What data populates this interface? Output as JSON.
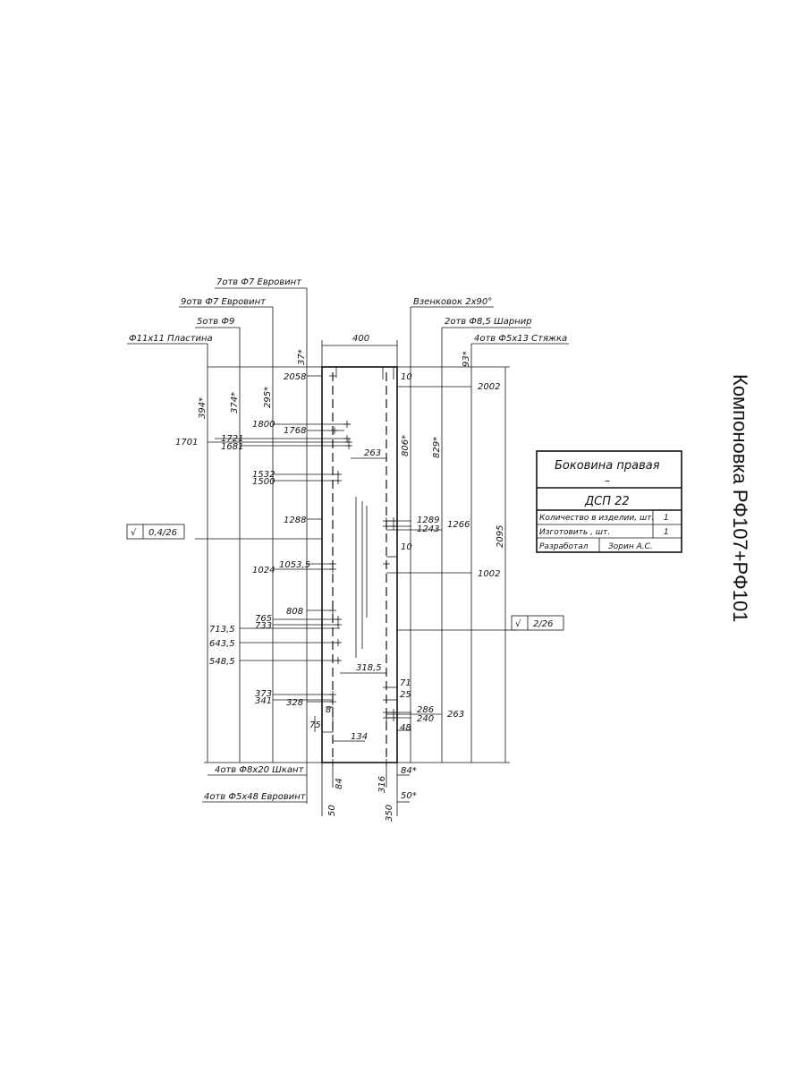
{
  "sheet_title": "Компоновка РФ107+РФ101",
  "title_block": {
    "part_name": "Боковина правая",
    "separator": "–",
    "material": "ДСП 22",
    "rows": [
      {
        "label": "Количество в изделии, шт.",
        "value": "1"
      },
      {
        "label": "Изготовить , шт.",
        "value": "1"
      },
      {
        "label": "Разработал",
        "value": "Зорин А.С."
      }
    ]
  },
  "callouts": {
    "c7_euro": "7отв Ф7 Евровинт",
    "c9_euro": "9отв Ф7 Евровинт",
    "c5_9": "5отв Ф9",
    "plate": "Ф11х11 Пластина",
    "groove": "Взенковок 2х90°",
    "hinge": "2отв Ф8,5 Шарнир",
    "tie": "4отв Ф5х13 Стяжка",
    "dowel": "4отв Ф8х20 Шкант",
    "euro548": "4отв Ф5х48 Евровинт"
  },
  "roughness": {
    "left": "0,4/26",
    "right": "2/26",
    "symbol": "√"
  },
  "dims": {
    "w400": "400",
    "h2095": "2095",
    "d2058": "2058",
    "d2002": "2002",
    "d1800": "1800",
    "d1768": "1768",
    "d1721": "1721",
    "d1681": "1681",
    "d1701": "1701",
    "d1532": "1532",
    "d1500": "1500",
    "d1288": "1288",
    "d1289": "1289",
    "d1243": "1243",
    "d1266": "1266",
    "d1053": "1053,5",
    "d1024": "1024",
    "d1002": "1002",
    "d808": "808",
    "d765": "765",
    "d733": "733",
    "d713": "713,5",
    "d643": "643,5",
    "d548": "548,5",
    "d373": "373",
    "d341": "341",
    "d328": "328",
    "d263a": "263",
    "d263b": "263",
    "d318": "318,5",
    "d10a": "10",
    "d10b": "10",
    "d71": "71",
    "d25": "25",
    "d286": "286",
    "d240": "240",
    "d48": "48",
    "d8": "8",
    "d75": "75",
    "d134": "134",
    "d84a": "84",
    "d316": "316",
    "d84b": "84*",
    "d50a": "50*",
    "d50b": "50",
    "d350": "350",
    "v37": "37*",
    "v394": "394*",
    "v374": "374*",
    "v295": "295*",
    "v806": "806*",
    "v829": "829*",
    "v93": "93*"
  }
}
